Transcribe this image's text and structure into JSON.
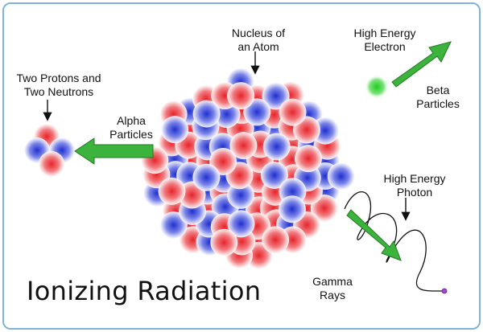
{
  "title": "Ionizing Radiation",
  "labels": {
    "nucleus": "Nucleus of\nan Atom",
    "electron": "High Energy\nElectron",
    "beta": "Beta\nParticles",
    "alpha_group": "Two Protons and\nTwo Neutrons",
    "alpha": "Alpha\nParticles",
    "photon": "High Energy\nPhoton",
    "gamma": "Gamma\nRays"
  },
  "colors": {
    "proton": "#e8232a",
    "neutron": "#2233d6",
    "arrow": "#3cb33c",
    "electron": "#2bd12b",
    "border": "#7fb3d8"
  }
}
